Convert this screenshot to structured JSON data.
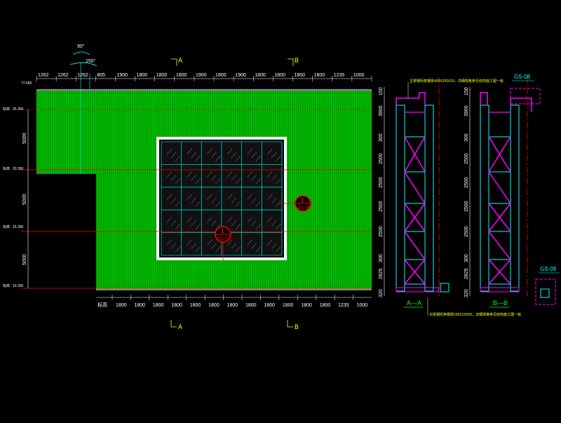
{
  "angles": {
    "a1": "90°",
    "a2": "150°"
  },
  "axes": {
    "A": "A",
    "B": "B"
  },
  "top_dims": [
    "1262",
    "1262",
    "1262",
    "805",
    "1900",
    "1800",
    "1800",
    "1800",
    "1900",
    "1800",
    "1900",
    "1800",
    "1800",
    "1800",
    "1800",
    "1235",
    "1000"
  ],
  "bottom_dims": [
    "1800",
    "1800",
    "1800",
    "1800",
    "1800",
    "1800",
    "1800",
    "1800",
    "1800",
    "1800",
    "1800",
    "1800",
    "1235",
    "1000"
  ],
  "left_dims": [
    "5000",
    "5000",
    "5000"
  ],
  "levels": {
    "top": "77.650",
    "l1": "25.350",
    "l2": "20.350",
    "l3": "15.350",
    "l4": "10.350",
    "prefix": "标高"
  },
  "callouts": {
    "c1": {
      "num": "1",
      "ref": "GS-06"
    },
    "c2": {
      "num": "1",
      "ref": "GS-07"
    }
  },
  "sections": {
    "aa": {
      "label": "A—A"
    },
    "bb": {
      "label": "B—B",
      "tag_top": "GS-08",
      "tag_bottom": "GS-09"
    },
    "dims": [
      "150",
      "3900",
      "300",
      "2500",
      "2500",
      "2500",
      "2500",
      "300",
      "2825",
      "320"
    ]
  },
  "notes": {
    "top": "主梁钢桁架钢梁400X200X10，详细规格参见结构施工图一级",
    "bottom": "次梁钢桁架钢梁200X100X5，详细规格参见结构施工图一级"
  },
  "colors": {
    "green": "#00dd00",
    "magenta": "#ff00ff",
    "cyan": "#00ffff",
    "red": "#ff0000",
    "yellow": "#ffff00",
    "white": "#ffffff"
  }
}
